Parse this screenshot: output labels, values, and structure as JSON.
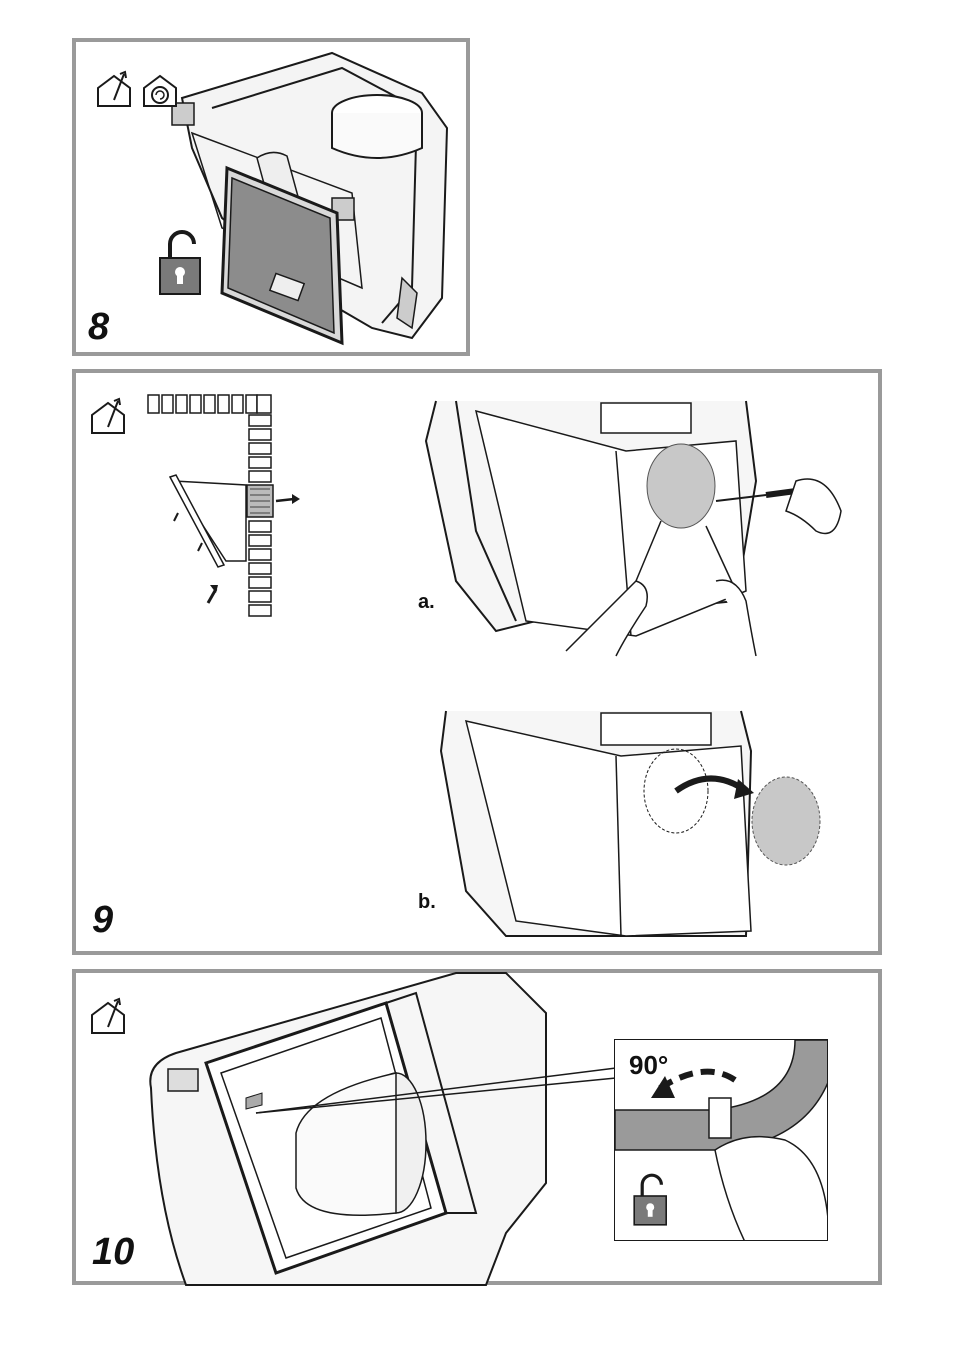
{
  "steps": [
    {
      "number": "8"
    },
    {
      "number": "9",
      "sub_a": "a.",
      "sub_b": "b."
    },
    {
      "number": "10",
      "angle": "90°"
    }
  ],
  "icons": {
    "ducted": "house-ducted-icon",
    "recirculation": "house-recirculation-icon",
    "unlock": "unlock-padlock-icon"
  },
  "colors": {
    "panel_border": "#9a9a9a",
    "filter_gray": "#8c8c8c",
    "lock_fill": "#7a7a7a",
    "cover_gray": "#c8c8c8",
    "line": "#1a1a1a"
  }
}
